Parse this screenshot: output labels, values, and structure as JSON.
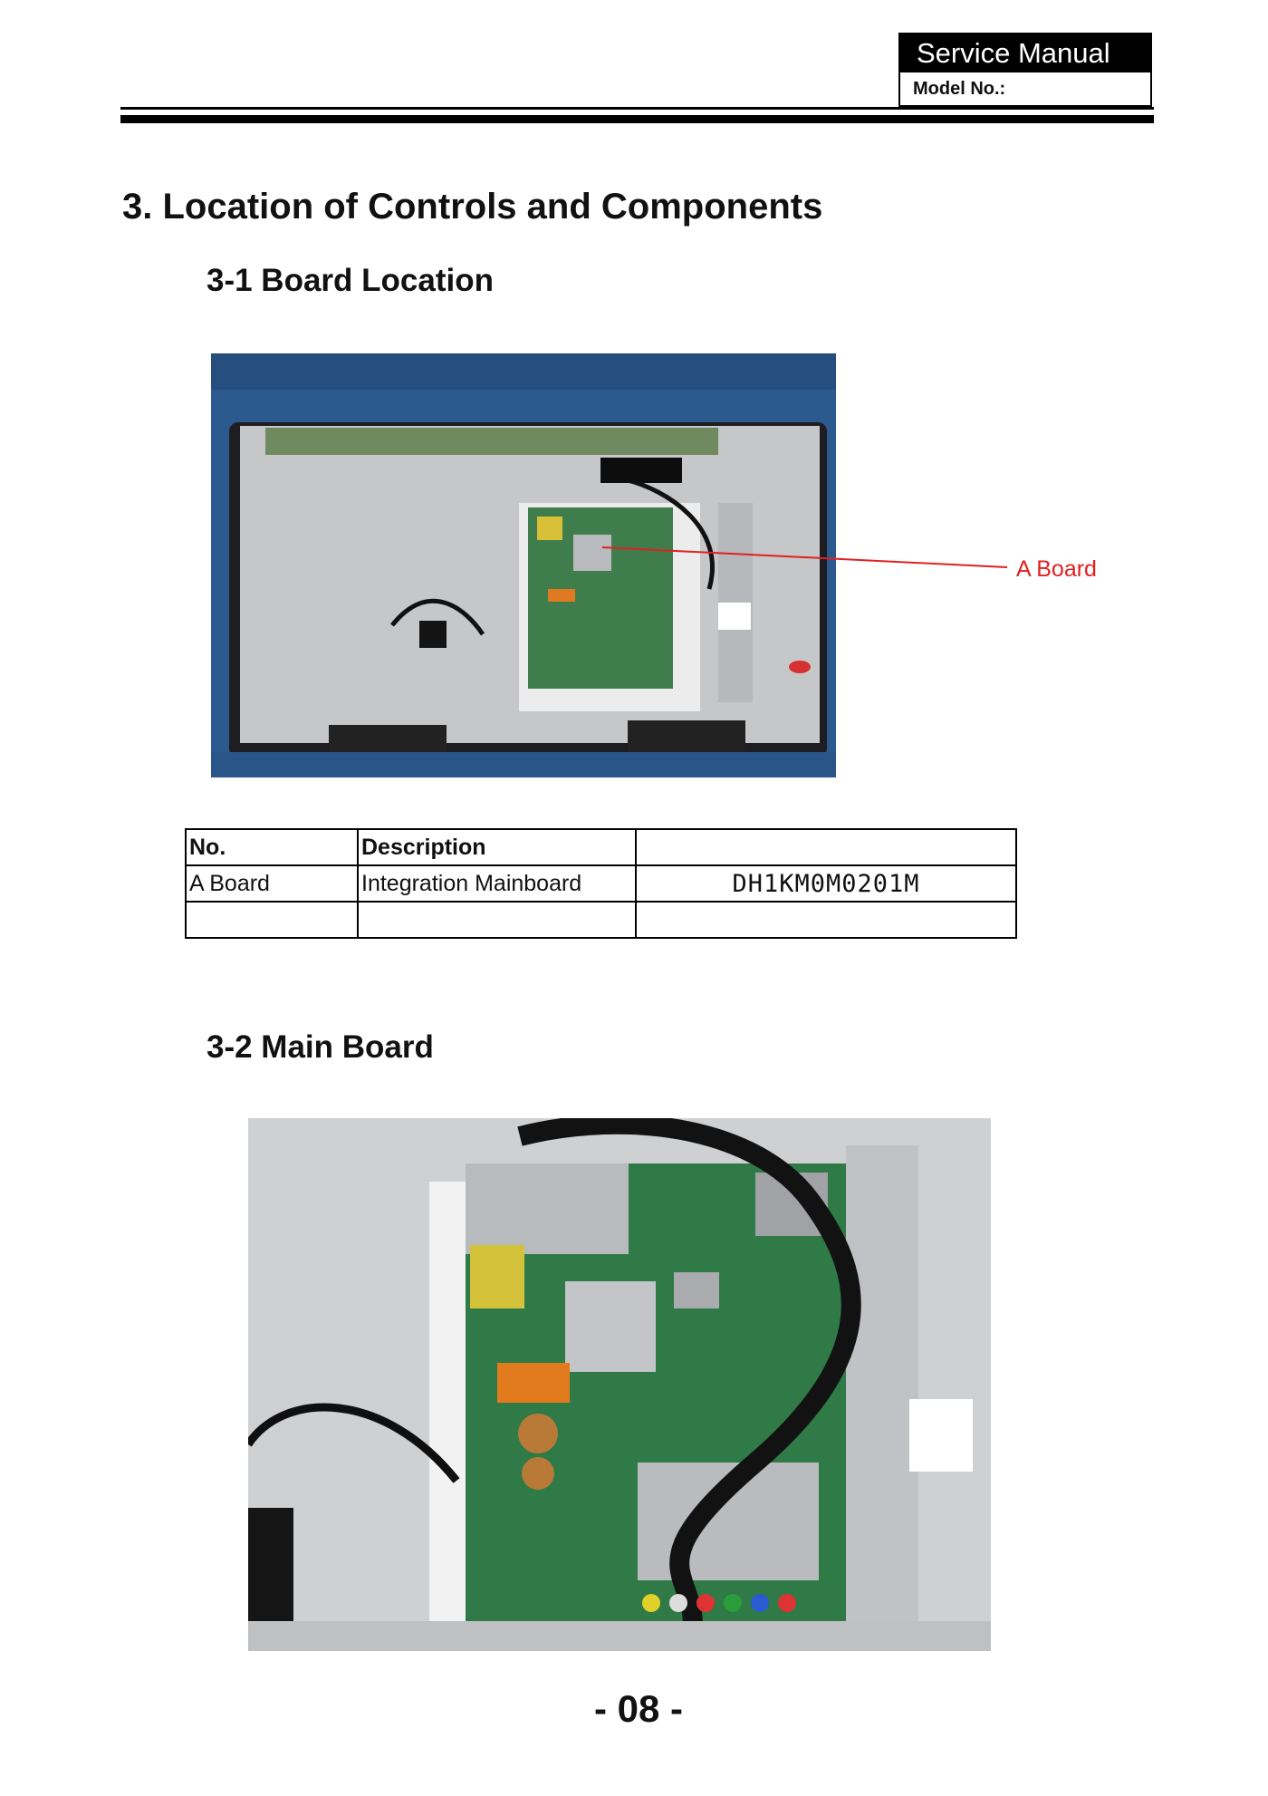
{
  "header": {
    "title": "Service Manual",
    "model_label": "Model No.:"
  },
  "section": {
    "heading": "3. Location of Controls and Components",
    "sub1": "3-1 Board Location",
    "sub2": "3-2 Main  Board"
  },
  "callout": {
    "label": "A  Board",
    "color": "#e02020"
  },
  "table": {
    "headers": [
      "No.",
      "Description",
      ""
    ],
    "rows": [
      [
        "A  Board",
        "Integration Mainboard",
        "DH1KM0M0201M"
      ],
      [
        "",
        "",
        ""
      ]
    ]
  },
  "footer": {
    "page": "- 08 -"
  }
}
